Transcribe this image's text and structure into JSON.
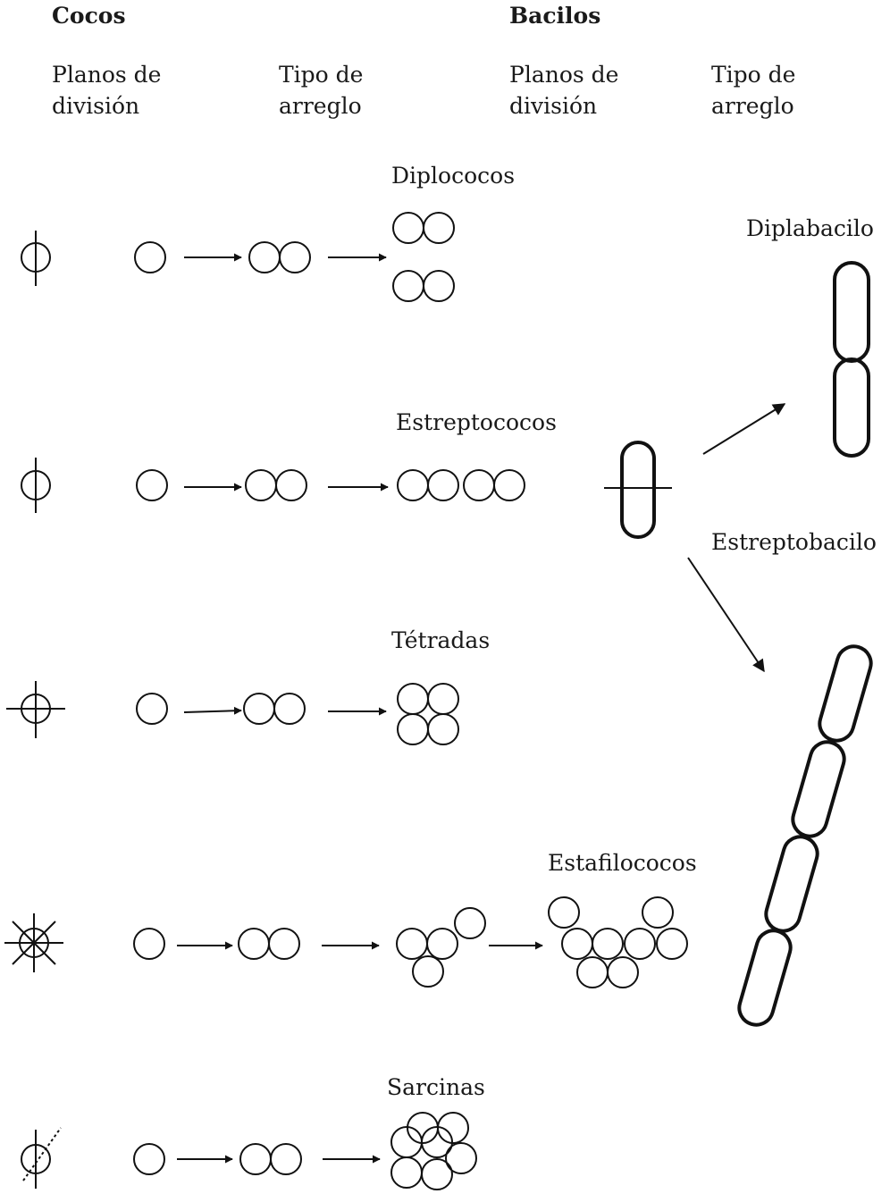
{
  "headings": {
    "cocos": "Cocos",
    "bacilos": "Bacilos"
  },
  "columns": {
    "cocos_planes": [
      "Planos de",
      "división"
    ],
    "cocos_arrangement": [
      "Tipo de",
      "arreglo"
    ],
    "bacilos_planes": [
      "Planos de",
      "división"
    ],
    "bacilos_arrangement": [
      "Tipo de",
      "arreglo"
    ]
  },
  "cocos_rows": [
    {
      "name": "Diplococos"
    },
    {
      "name": "Estreptococos"
    },
    {
      "name": "Tétradas"
    },
    {
      "name": "Estafilococos"
    },
    {
      "name": "Sarcinas"
    }
  ],
  "bacilos": [
    {
      "name": "Diplabacilo"
    },
    {
      "name": "Estreptobacilo"
    }
  ],
  "colors": {
    "ink": "#111111",
    "background": "#ffffff"
  }
}
